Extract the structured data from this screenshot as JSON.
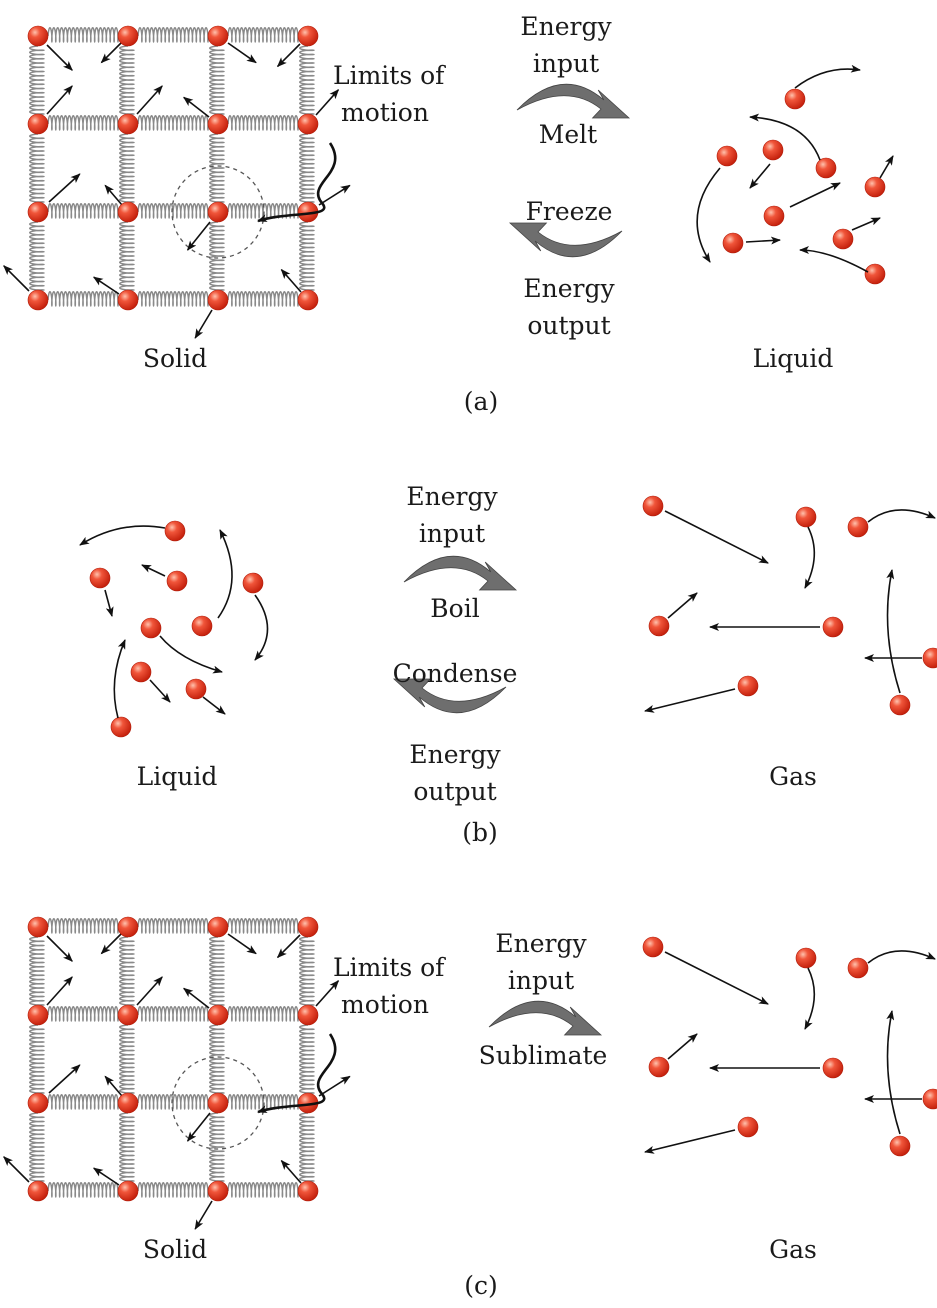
{
  "panels": {
    "a": {
      "caption": "(a)",
      "left_state": "Solid",
      "right_state": "Liquid",
      "limits_label": [
        "Limits of",
        "motion"
      ],
      "top_arrow": {
        "line1": "Energy",
        "line2": "input",
        "action": "Melt"
      },
      "bottom_arrow": {
        "action": "Freeze",
        "line1": "Energy",
        "line2": "output"
      }
    },
    "b": {
      "caption": "(b)",
      "left_state": "Liquid",
      "right_state": "Gas",
      "top_arrow": {
        "line1": "Energy",
        "line2": "input",
        "action": "Boil"
      },
      "bottom_arrow": {
        "action": "Condense",
        "line1": "Energy",
        "line2": "output"
      }
    },
    "c": {
      "caption": "(c)",
      "left_state": "Solid",
      "right_state": "Gas",
      "limits_label": [
        "Limits of",
        "motion"
      ],
      "top_arrow": {
        "line1": "Energy",
        "line2": "input",
        "action": "Sublimate"
      }
    }
  },
  "colors": {
    "molecule": "#e8402a",
    "molecule_highlight": "#ffb39a",
    "spring": "#8a8a8a",
    "process_arrow": "#6e6e6e",
    "text": "#1a1a1a"
  }
}
